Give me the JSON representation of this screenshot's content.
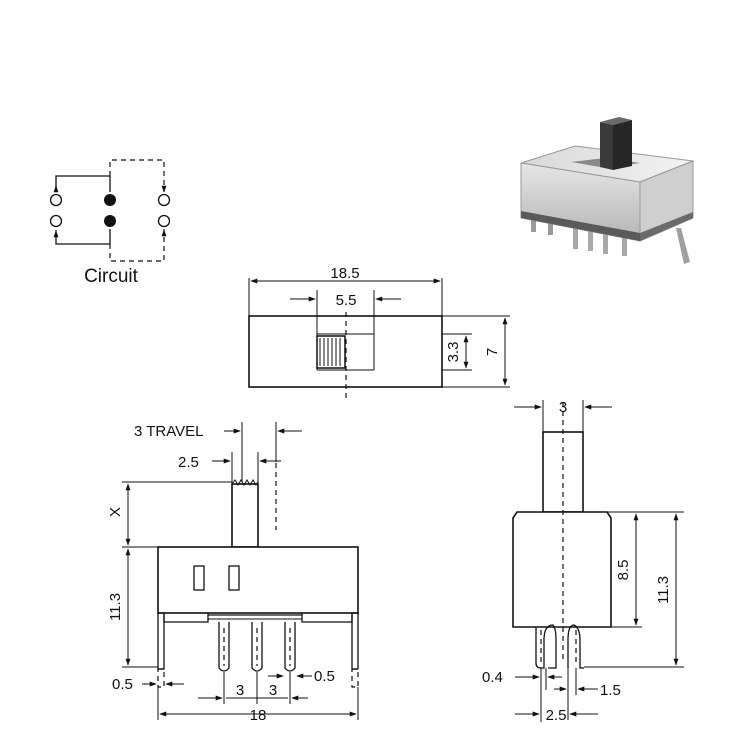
{
  "circuit": {
    "caption": "Circuit"
  },
  "top_view": {
    "overall_length": "18.5",
    "actuator_width": "5.5",
    "actuator_height": "3.3",
    "body_height": "7"
  },
  "front_view": {
    "travel": "3 TRAVEL",
    "actuator_width": "2.5",
    "actuator_height": "X",
    "body_height": "11.3",
    "terminal_width": "0.5",
    "pin_pitch_1": "3",
    "pin_pitch_2": "3",
    "pin_width": "0.5",
    "overall_length": "18"
  },
  "side_view": {
    "actuator_width": "3",
    "body_height_part": "8.5",
    "body_height_total": "11.3",
    "pin_thickness": "0.4",
    "pin_offset": "1.5",
    "pin_spacing": "2.5"
  },
  "photo": {
    "body_color": "#c8c8c8",
    "actuator_color": "#3a3a3a"
  }
}
